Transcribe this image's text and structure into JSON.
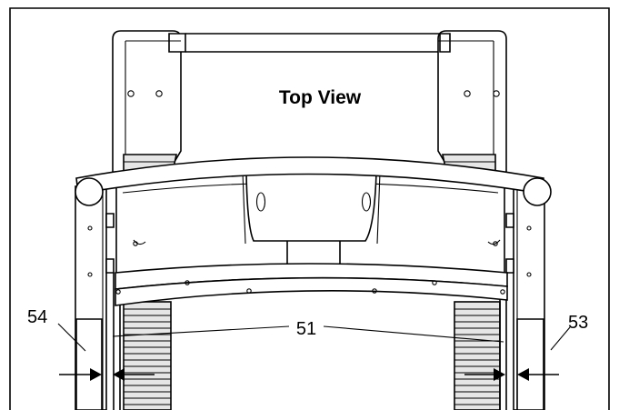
{
  "title": "Top View",
  "callouts": {
    "left_outer": "54",
    "center": "51",
    "right_outer": "53"
  }
}
